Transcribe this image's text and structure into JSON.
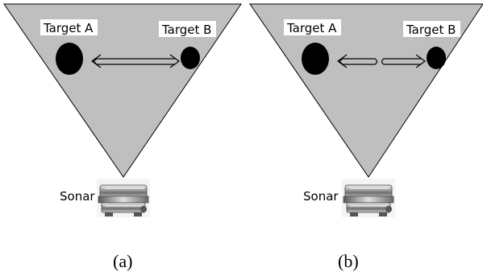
{
  "colors": {
    "beam_fill": "#bfbfbf",
    "beam_stroke": "#000000",
    "target_fill": "#000000",
    "label_box": "#ffffff",
    "background": "#ffffff"
  },
  "panels": [
    {
      "caption": "(a)",
      "target_a_label": "Target A",
      "target_b_label": "Target B",
      "sonar_label": "Sonar",
      "arrow_style": "continuous",
      "icons": {
        "beam": "sonar-beam-cone",
        "target_a": "target-a-circle",
        "target_b": "target-b-circle",
        "arrow": "double-arrow",
        "sonar": "sonar-device-icon"
      }
    },
    {
      "caption": "(b)",
      "target_a_label": "Target A",
      "target_b_label": "Target B",
      "sonar_label": "Sonar",
      "arrow_style": "broken",
      "icons": {
        "beam": "sonar-beam-cone",
        "target_a": "target-a-circle",
        "target_b": "target-b-circle",
        "arrow": "broken-arrow",
        "sonar": "sonar-device-icon"
      }
    }
  ]
}
